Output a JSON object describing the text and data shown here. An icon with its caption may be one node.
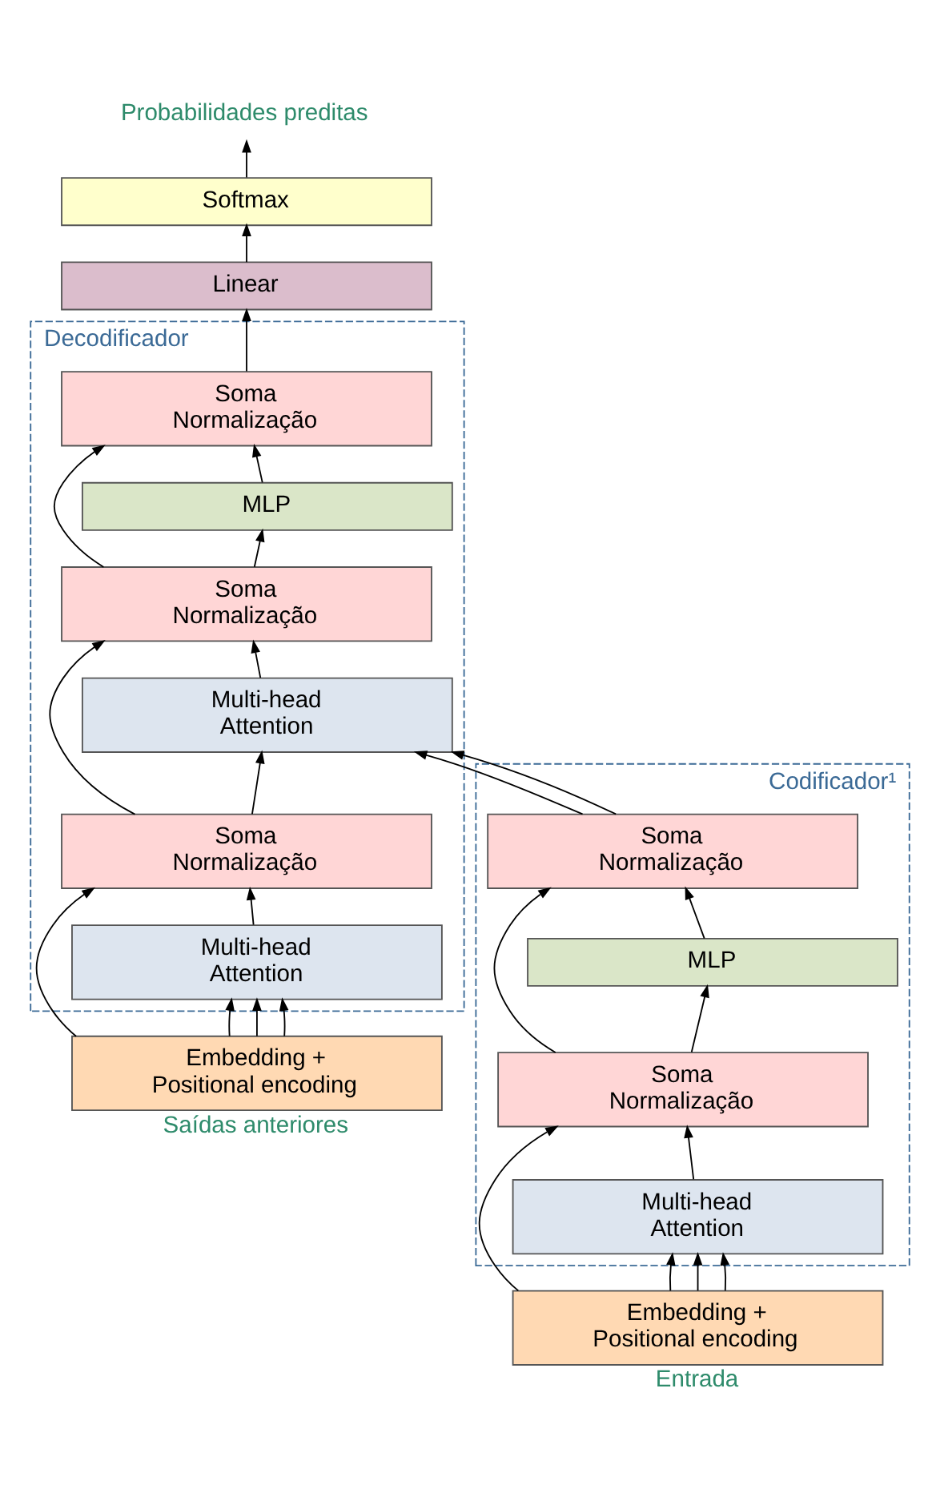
{
  "diagram": {
    "nodes": [
      {
        "text": [
          "Codificador¹"
        ]
      },
      {
        "text": [
          "Soma Normalização"
        ],
        "in": 0
      },
      {
        "text": [
          "MLP"
        ],
        "in": 0
      },
      {
        "text": [
          "Soma Normalização"
        ],
        "in": 0
      },
      {
        "text": [
          "Multi-head Attention"
        ],
        "in": 0
      },
      {
        "text": [
          "Decodificador"
        ]
      },
      {
        "text": [
          "Soma Normalização"
        ],
        "in": 5
      },
      {
        "text": [
          "MLP"
        ],
        "in": 5
      },
      {
        "text": [
          "Soma Normalização"
        ],
        "in": 5
      },
      {
        "text": [
          "Multi-head Attention"
        ],
        "in": 5
      },
      {
        "text": [
          "Soma Normalização"
        ],
        "in": 5
      },
      {
        "text": [
          "Multi-head Attention"
        ],
        "in": 5
      },
      {
        "text": [
          "Embedding + Positional encoding"
        ],
        "beside": [
          "Entrada"
        ]
      },
      {
        "text": [
          "Embedding + Positional encoding"
        ],
        "beside": [
          "Saídas anteriores"
        ]
      },
      {
        "text": [
          "Linear"
        ]
      },
      {
        "text": [
          "Softmax"
        ]
      },
      {
        "text": [
          "Probabilidades preditas"
        ]
      }
    ],
    "edges": [
      {
        "from": 12,
        "to": 4,
        "arrow": "to"
      },
      {
        "from": 12,
        "to": 4,
        "arrow": "to"
      },
      {
        "from": 12,
        "to": 4,
        "arrow": "to"
      },
      {
        "from": 12,
        "to": 3,
        "arrow": "to"
      },
      {
        "from": 4,
        "to": 3,
        "arrow": "to"
      },
      {
        "from": 3,
        "to": 2,
        "arrow": "to"
      },
      {
        "from": 3,
        "to": 1,
        "arrow": "to"
      },
      {
        "from": 2,
        "to": 1,
        "arrow": "to"
      },
      {
        "from": 1,
        "to": 9,
        "arrow": "to"
      },
      {
        "from": 1,
        "to": 9,
        "arrow": "to"
      },
      {
        "from": 13,
        "to": 11,
        "arrow": "to"
      },
      {
        "from": 13,
        "to": 11,
        "arrow": "to"
      },
      {
        "from": 13,
        "to": 11,
        "arrow": "to"
      },
      {
        "from": 13,
        "to": 10,
        "arrow": "to"
      },
      {
        "from": 11,
        "to": 10,
        "arrow": "to"
      },
      {
        "from": 10,
        "to": 9,
        "arrow": "to"
      },
      {
        "from": 10,
        "to": 8,
        "arrow": "to"
      },
      {
        "from": 9,
        "to": 8,
        "arrow": "to"
      },
      {
        "from": 8,
        "to": 7,
        "arrow": "to"
      },
      {
        "from": 8,
        "to": 6,
        "arrow": "to"
      },
      {
        "from": 7,
        "to": 6,
        "arrow": "to"
      },
      {
        "from": 6,
        "to": 14,
        "arrow": "to"
      },
      {
        "from": 14,
        "to": 15,
        "arrow": "to"
      },
      {
        "from": 15,
        "to": 16,
        "arrow": "to"
      }
    ]
  }
}
